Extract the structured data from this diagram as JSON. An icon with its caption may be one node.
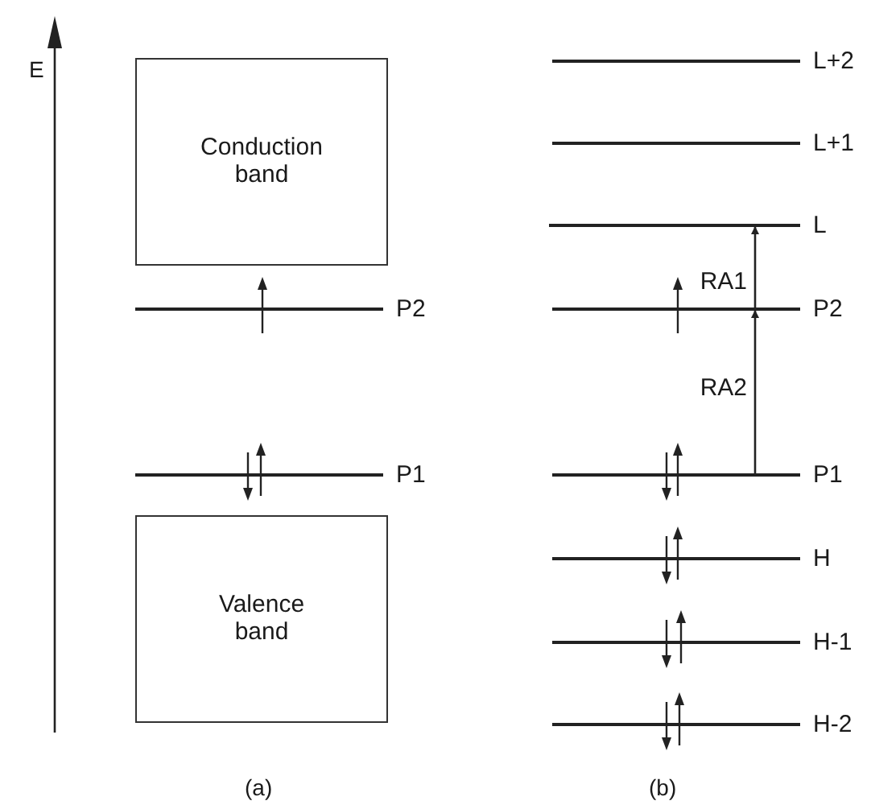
{
  "diagram": {
    "nodes": [
      {
        "text": [
          "Conduction band"
        ]
      },
      {
        "text": [],
        "shape": "bar",
        "beside": [
          "P2"
        ]
      },
      {
        "text": [],
        "shape": "bar",
        "beside": [
          "P1"
        ]
      },
      {
        "text": [
          "Valence band"
        ]
      },
      {
        "text": [],
        "shape": "bar",
        "beside": [
          "L+2"
        ]
      },
      {
        "text": [],
        "shape": "bar",
        "beside": [
          "L+1"
        ]
      },
      {
        "text": [],
        "shape": "bar",
        "beside": [
          "L"
        ]
      },
      {
        "text": [],
        "shape": "bar",
        "beside": [
          "P2"
        ]
      },
      {
        "text": [],
        "shape": "bar",
        "beside": [
          "P1"
        ]
      },
      {
        "text": [],
        "shape": "bar",
        "beside": [
          "H"
        ]
      },
      {
        "text": [],
        "shape": "bar",
        "beside": [
          "H-1"
        ]
      },
      {
        "text": [],
        "shape": "bar",
        "beside": [
          "H-2"
        ]
      }
    ],
    "edges": [
      {
        "from": 7,
        "to": 6,
        "arrow": "to",
        "label": "RA1"
      },
      {
        "from": 8,
        "to": 7,
        "arrow": "to",
        "label": "RA2"
      }
    ],
    "labels": [
      "E",
      "(a)",
      "(b)"
    ]
  }
}
